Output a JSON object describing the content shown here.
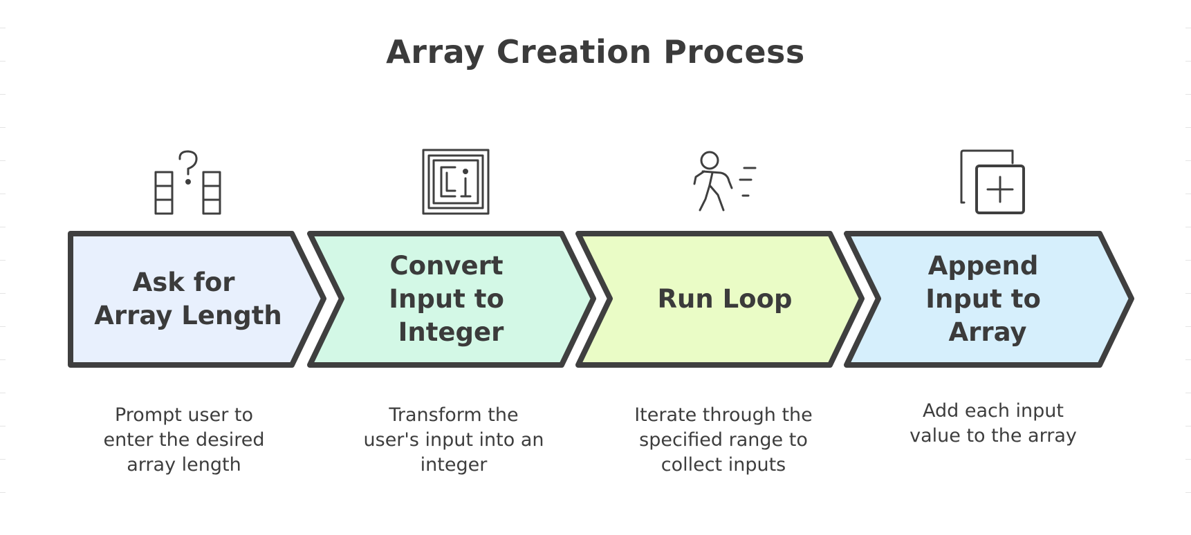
{
  "title": "Array Creation Process",
  "steps": [
    {
      "label_lines": [
        "Ask for",
        "Array Length"
      ],
      "description_lines": [
        "Prompt user to",
        "enter the desired",
        "array length"
      ],
      "icon": "array-question-icon",
      "color": "#e8f0fd"
    },
    {
      "label_lines": [
        "Convert",
        "Input to",
        "Integer"
      ],
      "description_lines": [
        "Transform the",
        "user's input into an",
        "integer"
      ],
      "icon": "ci-chip-icon",
      "color": "#d3f8e6"
    },
    {
      "label_lines": [
        "Run Loop"
      ],
      "description_lines": [
        "Iterate through the",
        "specified range to",
        "collect inputs"
      ],
      "icon": "running-person-icon",
      "color": "#eafcc6"
    },
    {
      "label_lines": [
        "Append",
        "Input to",
        "Array"
      ],
      "description_lines": [
        "Add each input",
        "value to the array"
      ],
      "icon": "add-square-icon",
      "color": "#d6effc"
    }
  ],
  "stroke_color": "#3f3f3f"
}
